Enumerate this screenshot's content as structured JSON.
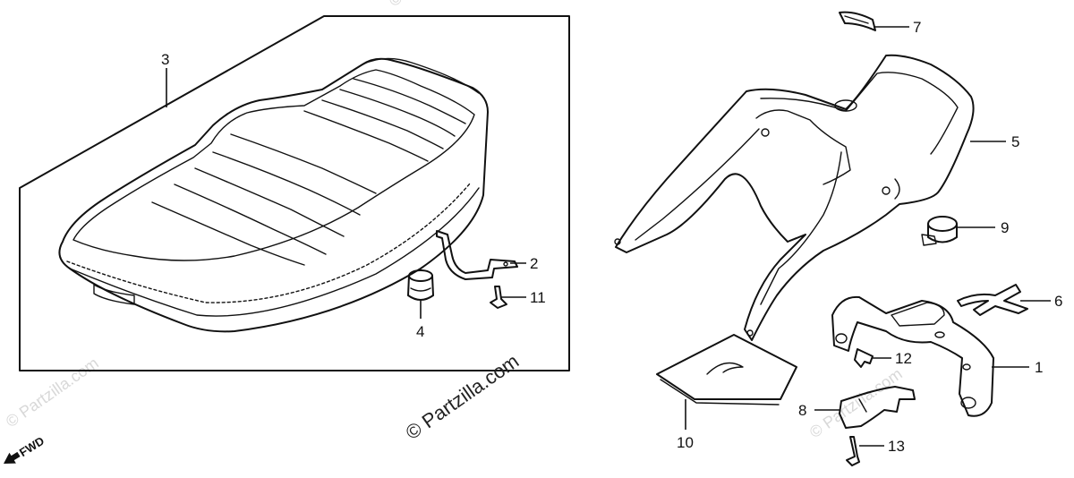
{
  "diagram": {
    "callouts": [
      {
        "id": "1",
        "label": "1"
      },
      {
        "id": "2",
        "label": "2"
      },
      {
        "id": "3",
        "label": "3"
      },
      {
        "id": "4",
        "label": "4"
      },
      {
        "id": "5",
        "label": "5"
      },
      {
        "id": "6",
        "label": "6"
      },
      {
        "id": "7",
        "label": "7"
      },
      {
        "id": "8",
        "label": "8"
      },
      {
        "id": "9",
        "label": "9"
      },
      {
        "id": "10",
        "label": "10"
      },
      {
        "id": "11",
        "label": "11"
      },
      {
        "id": "12",
        "label": "12"
      },
      {
        "id": "13",
        "label": "13"
      }
    ],
    "fwd_label": "FWD",
    "watermark_main": "© Partzilla.com",
    "watermark_faint": "© Partzilla.com"
  }
}
